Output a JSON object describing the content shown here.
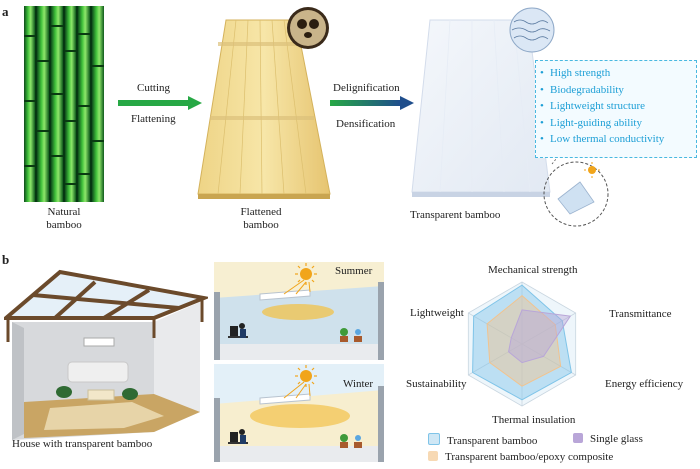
{
  "panels": {
    "a": "a",
    "b": "b"
  },
  "process": {
    "natural_caption": "Natural\nbamboo",
    "step1_top": "Cutting",
    "step1_bottom": "Flattening",
    "flattened_caption": "Flattened\nbamboo",
    "step2_top": "Delignification",
    "step2_bottom": "Densification",
    "transparent_caption": "Transparent bamboo"
  },
  "properties": [
    "High strength",
    "Biodegradability",
    "Lightweight structure",
    "Light-guiding ability",
    "Low thermal conductivity"
  ],
  "house_caption": "House with transparent bamboo",
  "seasons": {
    "summer": "Summer",
    "winter": "Winter"
  },
  "radar": {
    "axes": [
      "Mechanical strength",
      "Transmittance",
      "Energy efficiency",
      "Thermal insulation",
      "Sustainability",
      "Lightweight"
    ],
    "series": [
      {
        "name": "Transparent bamboo",
        "color": "#7fc4e8",
        "values": [
          0.95,
          0.75,
          0.92,
          0.9,
          0.92,
          0.9
        ]
      },
      {
        "name": "Transparent bamboo/epoxy composite",
        "color": "#f2c38e",
        "values": [
          0.78,
          0.62,
          0.72,
          0.68,
          0.6,
          0.65
        ]
      },
      {
        "name": "Single glass",
        "color": "#b9a6d8",
        "values": [
          0.55,
          0.9,
          0.4,
          0.3,
          0.25,
          0.2
        ]
      }
    ]
  },
  "colors": {
    "accent_blue": "#1d9fd6",
    "arrow_green": "#27a845",
    "arrow_blue": "#1f4e8c",
    "summer": "#e8821c",
    "winter": "#2aa6e0"
  }
}
